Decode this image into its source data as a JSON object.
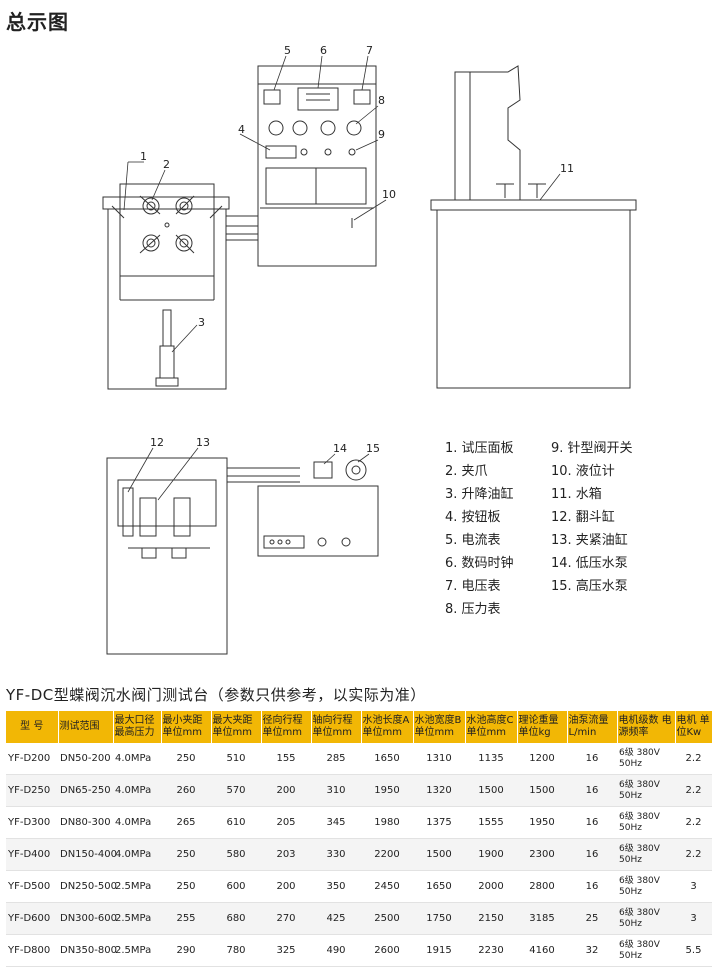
{
  "title": "总示图",
  "callouts": [
    "1",
    "2",
    "3",
    "4",
    "5",
    "6",
    "7",
    "8",
    "9",
    "10",
    "11",
    "12",
    "13",
    "14",
    "15"
  ],
  "legend_left": [
    "1. 试压面板",
    "2. 夹爪",
    "3. 升降油缸",
    "4. 按钮板",
    "5. 电流表",
    "6. 数码时钟",
    "7. 电压表",
    "8. 压力表"
  ],
  "legend_right": [
    "9. 针型阀开关",
    "10. 液位计",
    "11. 水箱",
    "12. 翻斗缸",
    "13. 夹紧油缸",
    "14. 低压水泵",
    "15. 高压水泵"
  ],
  "table_title": "YF-DC型蝶阀沉水阀门测试台（参数只供参考，以实际为准）",
  "table_headers": [
    "型 号",
    "测试范围",
    "最大口径 最高压力",
    "最小夹距 单位mm",
    "最大夹距 单位mm",
    "径向行程 单位mm",
    "轴向行程 单位mm",
    "水池长度A 单位mm",
    "水池宽度B 单位mm",
    "水池高度C 单位mm",
    "理论重量 单位kg",
    "油泵流量 L/min",
    "电机级数 电源频率",
    "电机 单位Kw"
  ],
  "table_rows": [
    [
      "YF-D200",
      "DN50-200",
      "4.0MPa",
      "250",
      "510",
      "155",
      "285",
      "1650",
      "1310",
      "1135",
      "1200",
      "16",
      "6级 380V 50Hz",
      "2.2"
    ],
    [
      "YF-D250",
      "DN65-250",
      "4.0MPa",
      "260",
      "570",
      "200",
      "310",
      "1950",
      "1320",
      "1500",
      "1500",
      "16",
      "6级 380V 50Hz",
      "2.2"
    ],
    [
      "YF-D300",
      "DN80-300",
      "4.0MPa",
      "265",
      "610",
      "205",
      "345",
      "1980",
      "1375",
      "1555",
      "1950",
      "16",
      "6级 380V 50Hz",
      "2.2"
    ],
    [
      "YF-D400",
      "DN150-400",
      "4.0MPa",
      "250",
      "580",
      "203",
      "330",
      "2200",
      "1500",
      "1900",
      "2300",
      "16",
      "6级 380V 50Hz",
      "2.2"
    ],
    [
      "YF-D500",
      "DN250-500",
      "2.5MPa",
      "250",
      "600",
      "200",
      "350",
      "2450",
      "1650",
      "2000",
      "2800",
      "16",
      "6级 380V 50Hz",
      "3"
    ],
    [
      "YF-D600",
      "DN300-600",
      "2.5MPa",
      "255",
      "680",
      "270",
      "425",
      "2500",
      "1750",
      "2150",
      "3185",
      "25",
      "6级 380V 50Hz",
      "3"
    ],
    [
      "YF-D800",
      "DN350-800",
      "2.5MPa",
      "290",
      "780",
      "325",
      "490",
      "2600",
      "1915",
      "2230",
      "4160",
      "32",
      "6级 380V 50Hz",
      "5.5"
    ]
  ]
}
